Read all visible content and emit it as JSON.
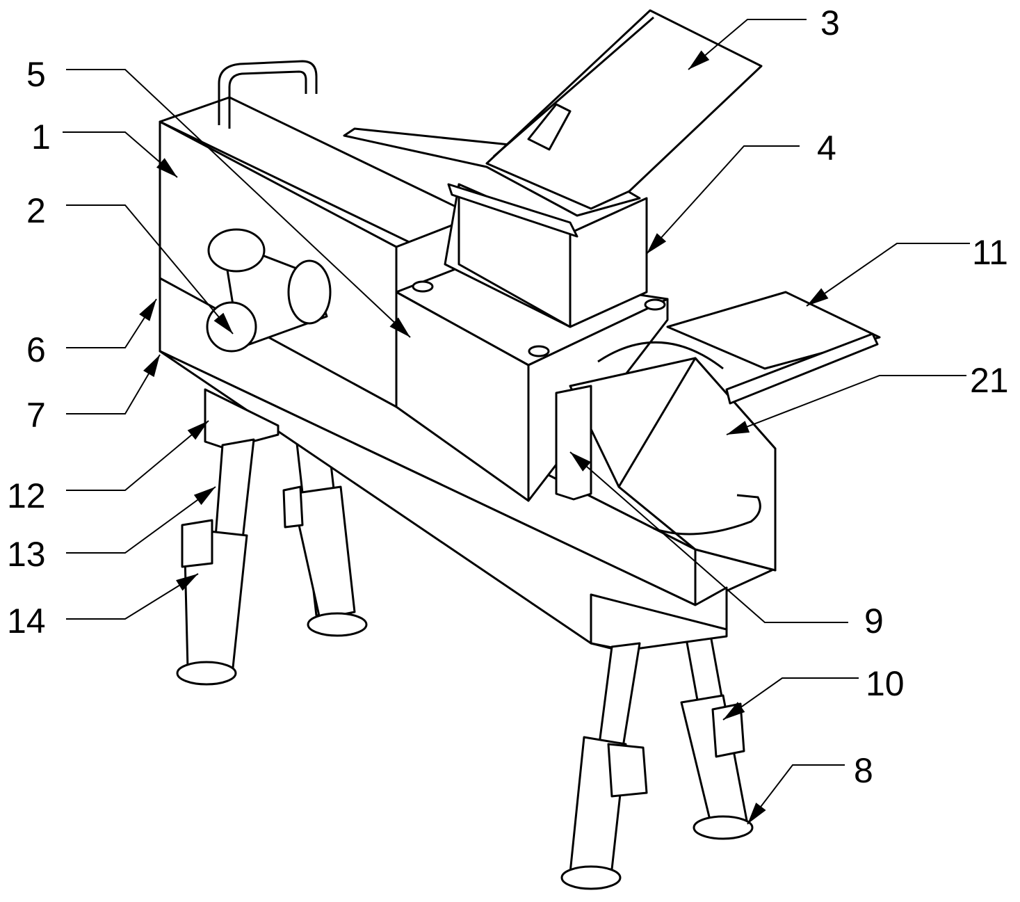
{
  "figure": {
    "labels": [
      "3",
      "5",
      "1",
      "4",
      "2",
      "11",
      "6",
      "21",
      "7",
      "12",
      "13",
      "14",
      "9",
      "10",
      "8"
    ]
  }
}
